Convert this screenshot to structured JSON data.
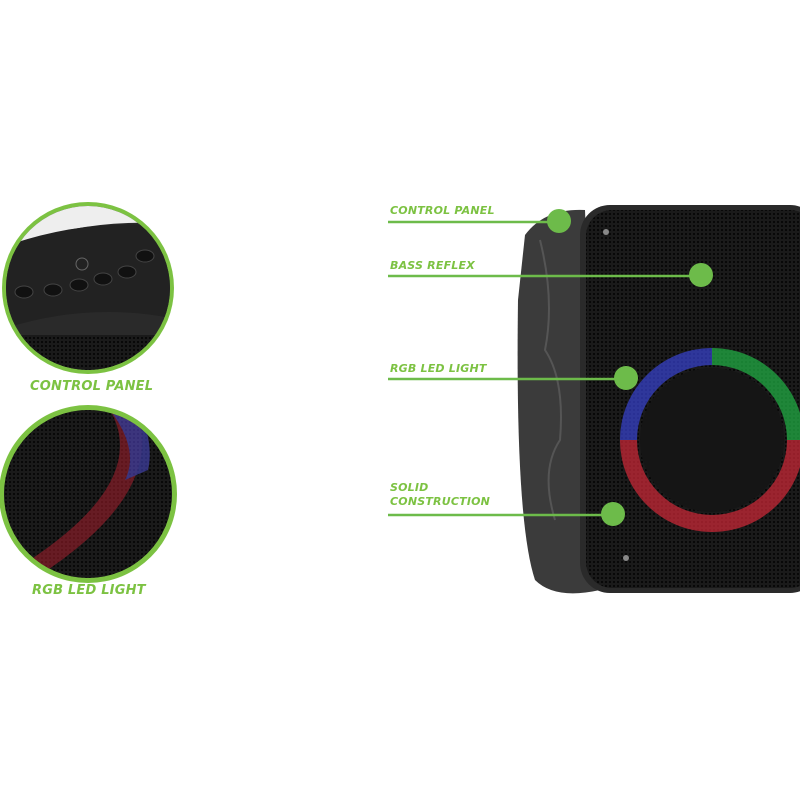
{
  "callouts": {
    "control_panel": "CONTROL PANEL",
    "bass_reflex": "BASS REFLEX",
    "rgb_led_light": "RGB LED LIGHT",
    "solid_line1": "SOLID",
    "solid_line2": "CONSTRUCTION"
  },
  "insets": {
    "control_panel": "CONTROL PANEL",
    "rgb_led_light": "RGB LED LIGHT"
  },
  "colors": {
    "accent": "#7cc242",
    "line": "#6dbb4a"
  }
}
